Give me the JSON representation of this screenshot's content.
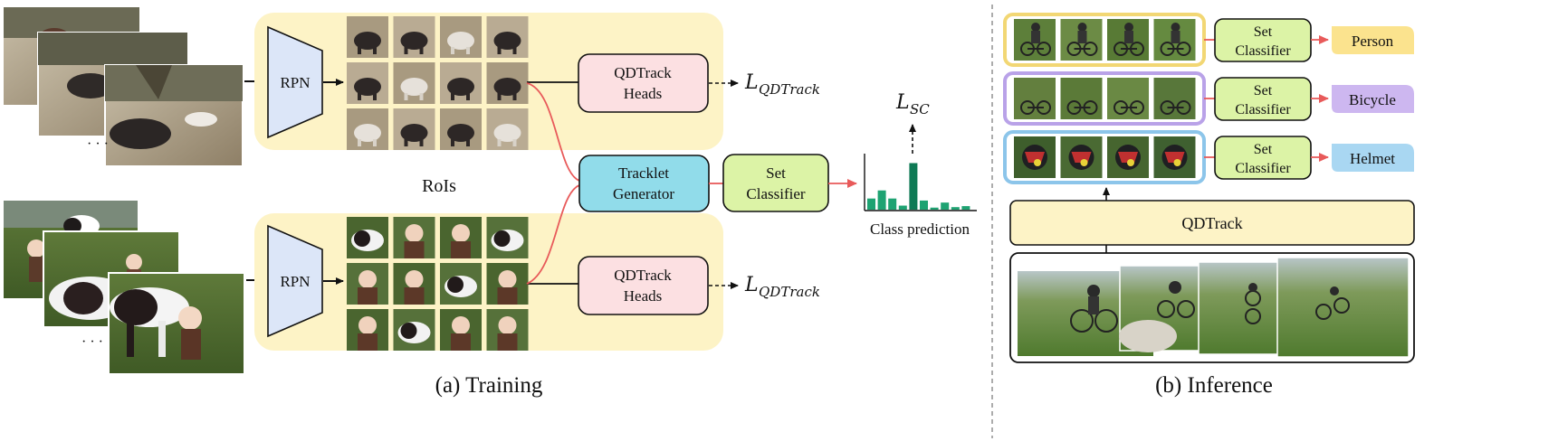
{
  "training": {
    "caption": "(a) Training",
    "rpn_label": "RPN",
    "rois_label": "RoIs",
    "ellipsis": "· · ·",
    "heads_line1": "QDTrack",
    "heads_line2": "Heads",
    "tracklet_line1": "Tracklet",
    "tracklet_line2": "Generator",
    "set_line1": "Set",
    "set_line2": "Classifier",
    "loss_qdtrack_base": "L",
    "loss_qdtrack_sub": "QDTrack",
    "loss_sc_base": "L",
    "loss_sc_sub": "SC",
    "class_prediction_label": "Class prediction",
    "histogram_values": [
      0.22,
      0.38,
      0.22,
      0.08,
      0.92,
      0.18,
      0.04,
      0.14,
      0.05,
      0.07
    ],
    "histogram_highlight_index": 4,
    "top_frames_desc": "video frames: pigs and goat on dirt",
    "bottom_frames_desc": "video frames: pony and child on grass"
  },
  "inference": {
    "caption": "(b) Inference",
    "backbone_label": "QDTrack",
    "set_line1": "Set",
    "set_line2": "Classifier",
    "rows": [
      {
        "class": "Person",
        "color": "#fbe38e",
        "border": "#f2d774"
      },
      {
        "class": "Bicycle",
        "color": "#cdb7f0",
        "border": "#b9a2e8"
      },
      {
        "class": "Helmet",
        "color": "#a9d7f2",
        "border": "#8cc5ea"
      }
    ]
  },
  "colors": {
    "yellow_panel": "#fdf3c6",
    "rpn_fill": "#dce6f8",
    "heads_fill": "#fce0e2",
    "tracklet_fill": "#91dcea",
    "set_fill": "#dcf3a6",
    "histogram": "#1ea372",
    "histogram_highlight": "#0f7a55",
    "red_arrow": "#e85a5a"
  }
}
